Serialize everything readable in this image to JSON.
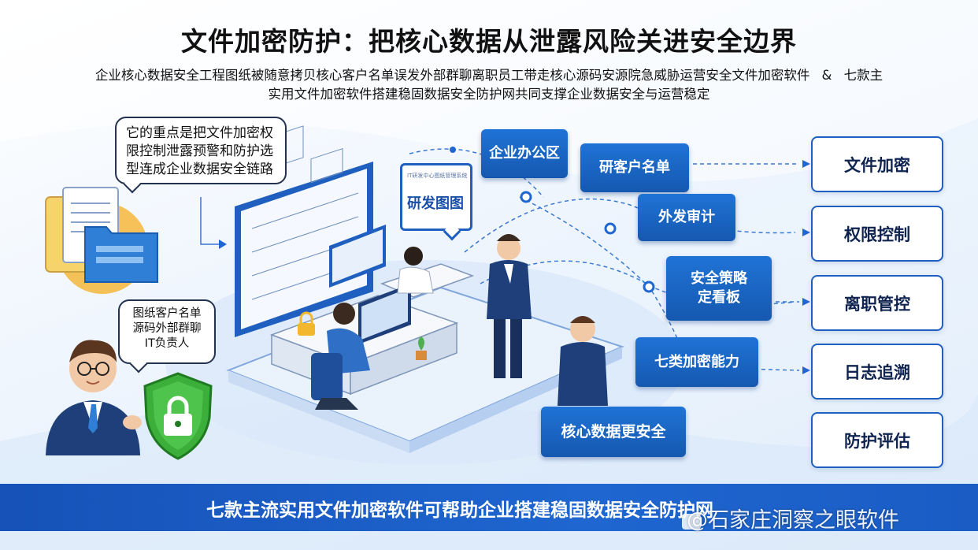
{
  "title": "文件加密防护：把核心数据从泄露风险关进安全边界",
  "subtitle_line1": "企业核心数据安全工程图纸被随意拷贝核心客户名单误发外部群聊离职员工带走核心源码安源院急威胁运营安全文件加密软件ﾠ&ﾠ七款主",
  "subtitle_line2": "实用文件加密软件搭建稳固数据安全防护网共同支撑企业数据安全与运营稳定",
  "bubbles": {
    "top": "它的重点是把文件加密权限控制泄露预警和防护选型连成企业数据安全链路",
    "mid_line1": "图纸客户名单",
    "mid_line2": "源码外部群聊",
    "mid_line3": "IT负责人"
  },
  "sign": {
    "small_text": "IT研发中心图纸管理系统",
    "big_text": "研发图图"
  },
  "blue_boxes": {
    "office": "企业办公区",
    "clients": "研客户名单",
    "audit": "外发审计",
    "dashboard_line1": "安全策略",
    "dashboard_line2": "定看板",
    "seven": "七类加密能力",
    "safer": "核心数据更安全"
  },
  "right_boxes": [
    "文件加密",
    "权限控制",
    "离职管控",
    "日志追溯",
    "防护评估"
  ],
  "banner": "七款主流实用文件加密软件可帮助企业搭建稳固数据安全防护网",
  "watermark": "@石家庄洞察之眼软件",
  "colors": {
    "accent_blue": "#1f66d0",
    "dark_navy": "#0f2350",
    "shield_green": "#3cae3a",
    "folder_blue": "#2f7fd6",
    "folder_yellow": "#f4b73b"
  }
}
